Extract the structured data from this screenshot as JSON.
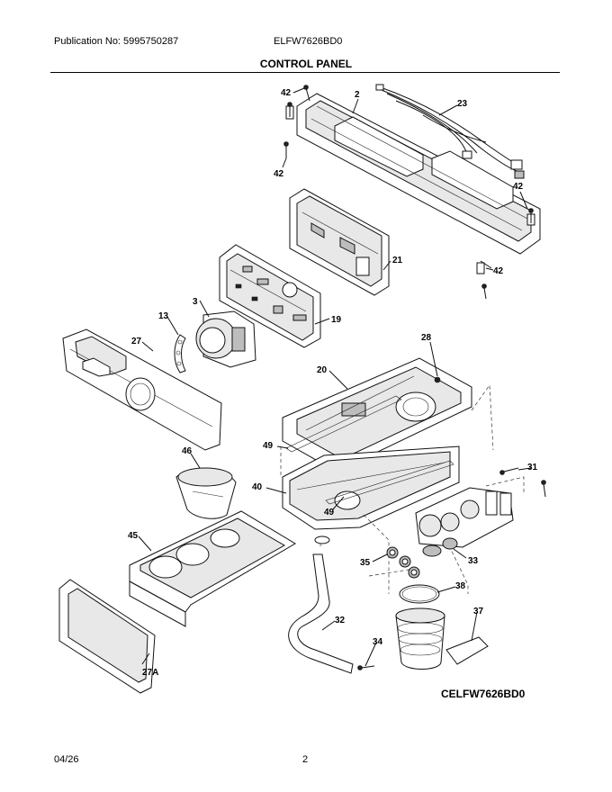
{
  "header": {
    "publication": "Publication No: 5995750287",
    "model": "ELFW7626BD0"
  },
  "section_title": "CONTROL PANEL",
  "diagram_code": "CELFW7626BD0",
  "footer": {
    "date": "04/26",
    "page": "2"
  },
  "callouts": {
    "c42a": "42",
    "c2": "2",
    "c23": "23",
    "c42b": "42",
    "c42c": "42",
    "c21": "21",
    "c42d": "42",
    "c3": "3",
    "c13": "13",
    "c19": "19",
    "c27": "27",
    "c28": "28",
    "c20": "20",
    "c46": "46",
    "c49a": "49",
    "c40": "40",
    "c31": "31",
    "c49b": "49",
    "c45": "45",
    "c35": "35",
    "c33": "33",
    "c38": "38",
    "c37": "37",
    "c32": "32",
    "c34": "34",
    "c27A": "27A"
  }
}
